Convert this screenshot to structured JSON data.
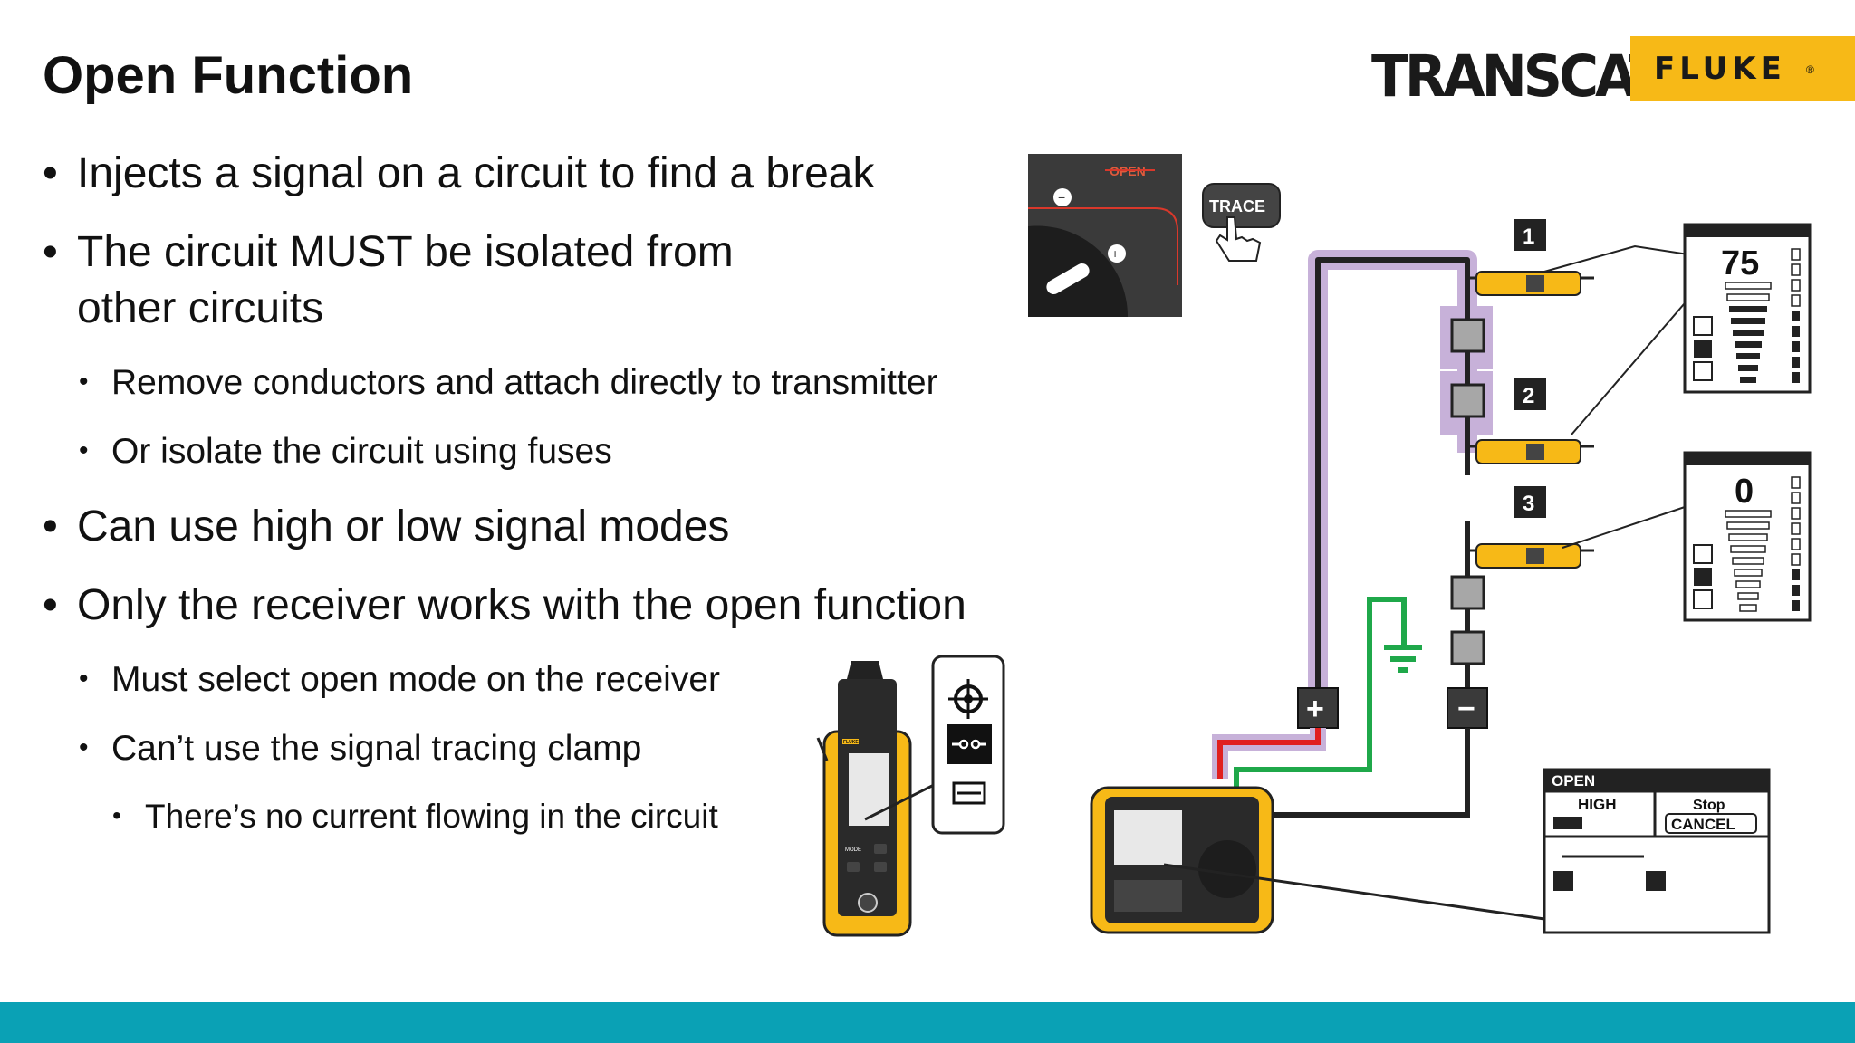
{
  "slide": {
    "title": "Open Function",
    "logos": {
      "transcat": "TRANSCAT",
      "fluke": "FLUKE"
    },
    "bullets": {
      "b1": "Injects a signal on a circuit to find a break",
      "b2_line1": "The circuit MUST be isolated from",
      "b2_line2": "other circuits",
      "b2_sub1": "Remove conductors and attach directly to transmitter",
      "b2_sub2": "Or isolate the circuit using fuses",
      "b3": "Can use high or low signal modes",
      "b4": "Only the receiver works with the open function",
      "b4_sub1": "Must select open mode on the receiver",
      "b4_sub2": "Can’t use the signal tracing clamp",
      "b4_sub2_sub1": "There’s no current flowing in the circuit"
    }
  },
  "figure": {
    "dial_label": "OPEN",
    "trace_button": "TRACE",
    "probe_markers": [
      "1",
      "2",
      "3"
    ],
    "receiver_readings": [
      "75",
      "0"
    ],
    "transmitter_positive": "+",
    "transmitter_negative": "−",
    "screen": {
      "mode_label": "OPEN",
      "level_label": "HIGH",
      "stop_label": "Stop",
      "cancel_label": "CANCEL"
    },
    "receiver_device": {
      "brand": "FLUKE",
      "mode_button": "MODE"
    },
    "colors": {
      "accent_bar": "#0aa1b5",
      "fluke_yellow": "#f7b917",
      "highlight_purple": "#c7b1d9",
      "wire_red": "#e02020",
      "wire_green": "#1fa84a"
    }
  }
}
